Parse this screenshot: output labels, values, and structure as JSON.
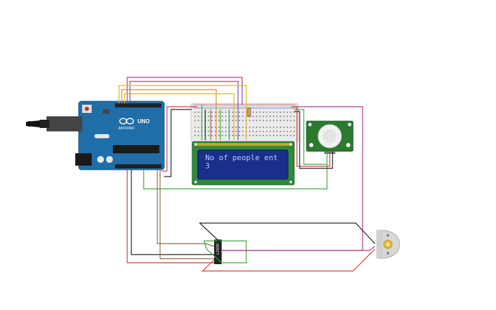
{
  "arduino": {
    "model_label": "UNO",
    "brand_label": "ARDUINO"
  },
  "lcd": {
    "line1": "No of people ent",
    "line2": "3"
  },
  "motor_ic": {
    "label": "L293D"
  },
  "colors": {
    "arduino_board": "#1f6ea8",
    "lcd_board": "#2e8b3a",
    "lcd_screen": "#1a2f8a",
    "pir_board": "#2a7a2f",
    "wire_red": "#d43a3a",
    "wire_black": "#222222",
    "wire_green": "#3aa840",
    "wire_magenta": "#b0388f",
    "wire_yellow": "#d9b12a",
    "wire_orange": "#e08a2c",
    "wire_brown": "#8b6a4a",
    "wire_purple": "#7a4aa8"
  }
}
